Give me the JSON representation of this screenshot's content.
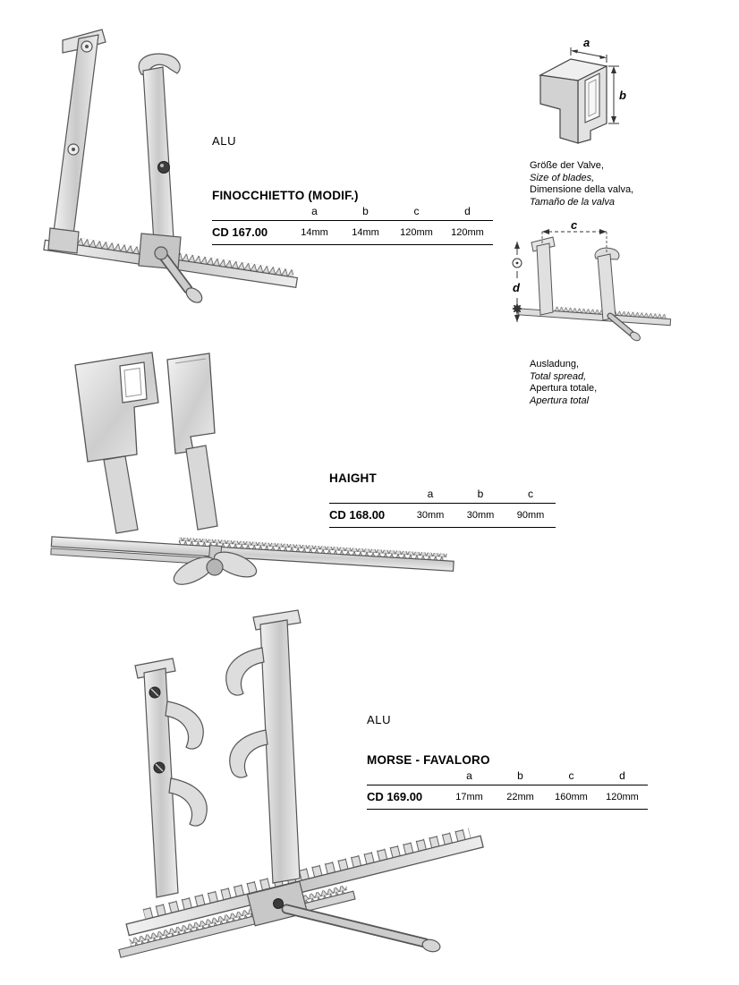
{
  "products": [
    {
      "material": "ALU",
      "title": "FINOCCHIETTO (MODIF.)",
      "code": "CD 167.00",
      "columns": [
        "a",
        "b",
        "c",
        "d"
      ],
      "values": [
        "14mm",
        "14mm",
        "120mm",
        "120mm"
      ]
    },
    {
      "title": "HAIGHT",
      "code": "CD 168.00",
      "columns": [
        "a",
        "b",
        "c"
      ],
      "values": [
        "30mm",
        "30mm",
        "90mm"
      ]
    },
    {
      "material": "ALU",
      "title": "MORSE - FAVALORO",
      "code": "CD 169.00",
      "columns": [
        "a",
        "b",
        "c",
        "d"
      ],
      "values": [
        "17mm",
        "22mm",
        "160mm",
        "120mm"
      ]
    }
  ],
  "diagrams": [
    {
      "labels": [
        "a",
        "b"
      ],
      "caption": [
        "Größe der Valve,",
        "Size of blades,",
        "Dimensione della valva,",
        "Tamaño de la valva"
      ]
    },
    {
      "labels": [
        "c",
        "d"
      ],
      "caption": [
        "Ausladung,",
        "Total spread,",
        "Apertura totale,",
        "Apertura total"
      ]
    }
  ]
}
